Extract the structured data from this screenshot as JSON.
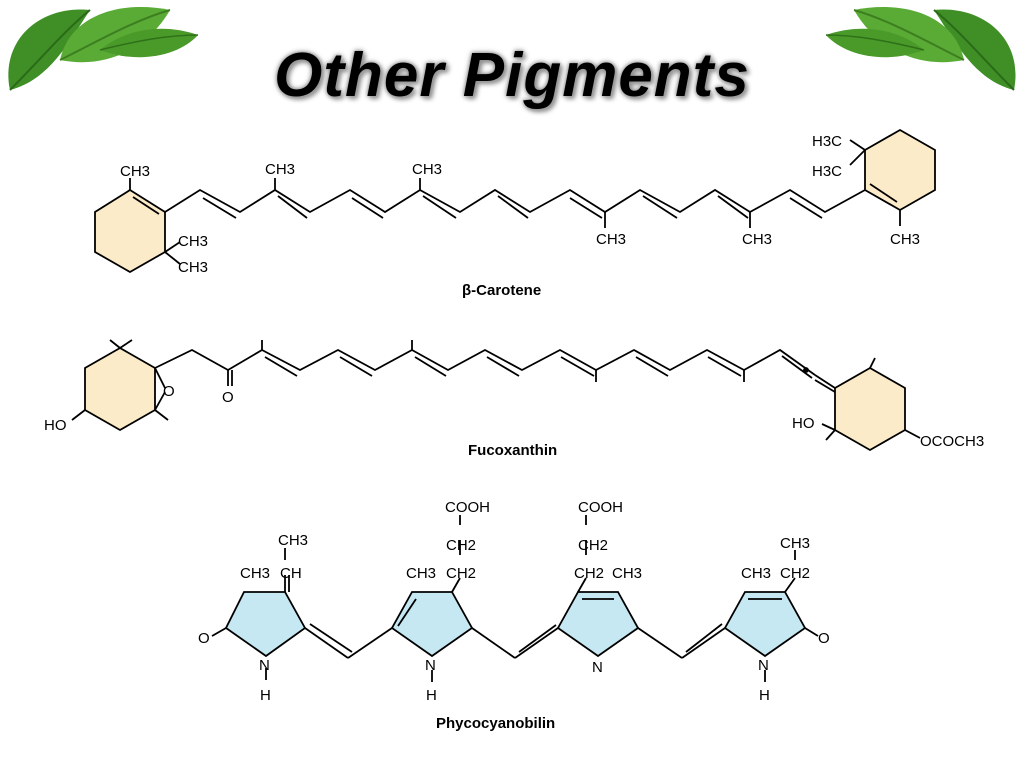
{
  "title": "Other Pigments",
  "colors": {
    "ring_fill_carotene": "#fcebc8",
    "ring_fill_tetrapyrrole": "#c6e8f2",
    "leaf_green": "#4a9a2a"
  },
  "molecules": [
    {
      "name": "β-Carotene",
      "labels": [
        "CH3",
        "CH3",
        "CH3",
        "CH3",
        "CH3",
        "CH3",
        "CH3",
        "H3C",
        "H3C",
        "CH3"
      ]
    },
    {
      "name": "Fucoxanthin",
      "labels": [
        "HO",
        "O",
        "O",
        "HO",
        "OCOCH3"
      ]
    },
    {
      "name": "Phycocyanobilin",
      "labels": [
        "CH3",
        "CH3",
        "CH",
        "O",
        "N",
        "H",
        "COOH",
        "CH2",
        "CH3",
        "CH2",
        "N",
        "H",
        "COOH",
        "CH2",
        "CH2",
        "CH3",
        "N",
        "CH3",
        "CH3",
        "CH2",
        "O",
        "N",
        "H"
      ]
    }
  ]
}
